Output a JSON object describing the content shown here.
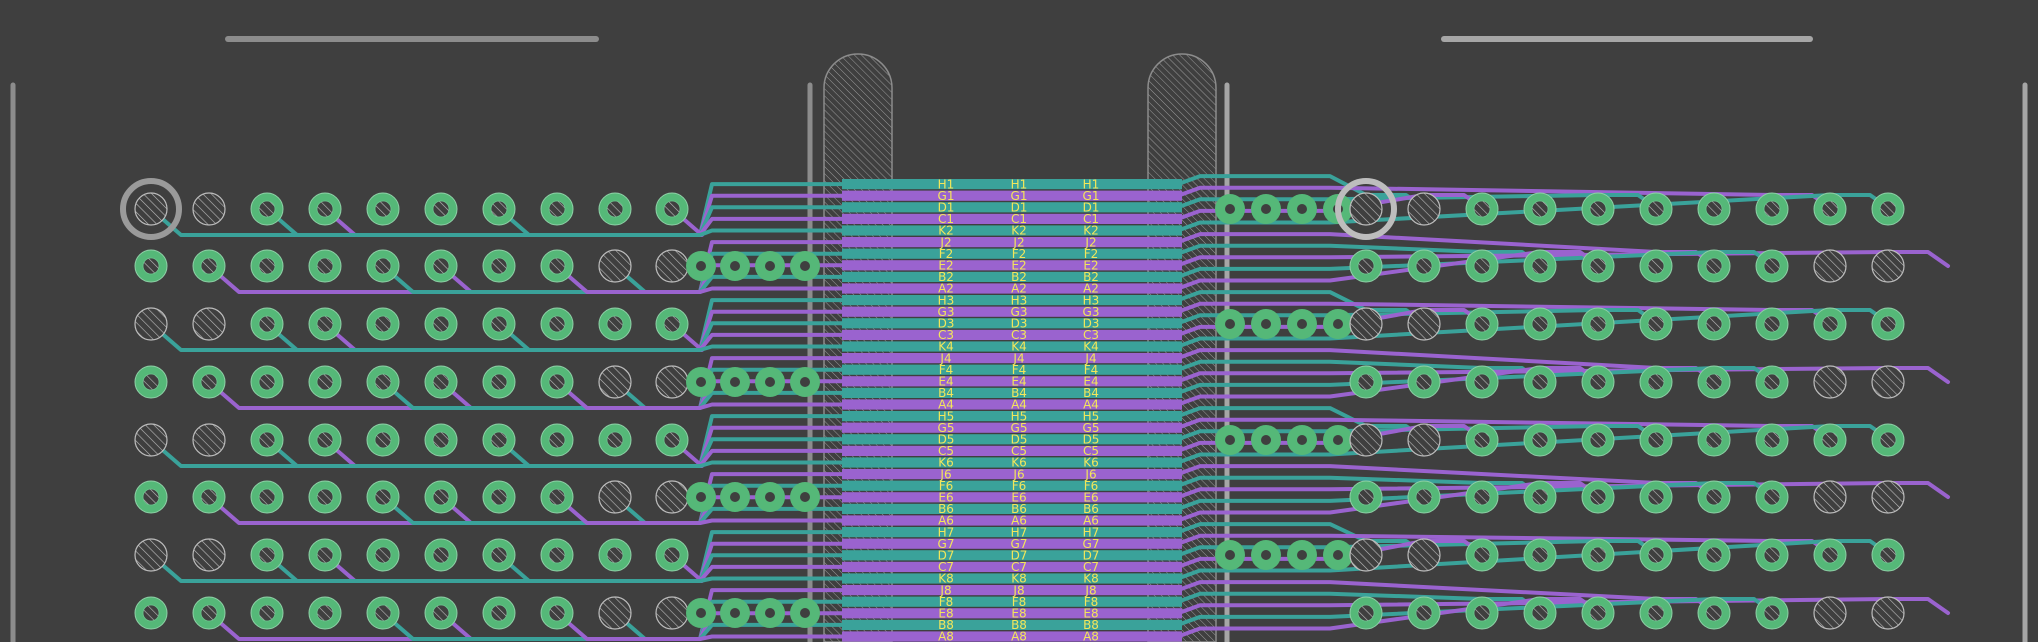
{
  "view": {
    "background_color": "#3f3f3f",
    "colors": {
      "teal_trace": "#3aa29a",
      "purple_trace": "#9a63cf",
      "pad_green": "#55b878",
      "pad_unplated": "#3f3f3f",
      "hatch": "#bdbdbd",
      "silkscreen": "#9a9a9a",
      "label": "#f3e65a"
    }
  },
  "connector": {
    "columns": 3,
    "row_labels": [
      "H1",
      "G1",
      "D1",
      "C1",
      "K2",
      "J2",
      "F2",
      "E2",
      "B2",
      "A2",
      "H3",
      "G3",
      "D3",
      "C3",
      "K4",
      "J4",
      "F4",
      "E4",
      "B4",
      "A4",
      "H5",
      "G5",
      "D5",
      "C5",
      "K6",
      "J6",
      "F6",
      "E6",
      "B6",
      "A6",
      "H7",
      "G7",
      "D7",
      "C7",
      "K8",
      "J8",
      "F8",
      "E8",
      "B8",
      "A8"
    ]
  },
  "icons": {
    "mounting_hole_left": "mounting-hole-icon",
    "mounting_hole_right": "mounting-hole-icon",
    "unplated_pad": "hatched-pad-icon",
    "plated_via": "via-icon"
  }
}
